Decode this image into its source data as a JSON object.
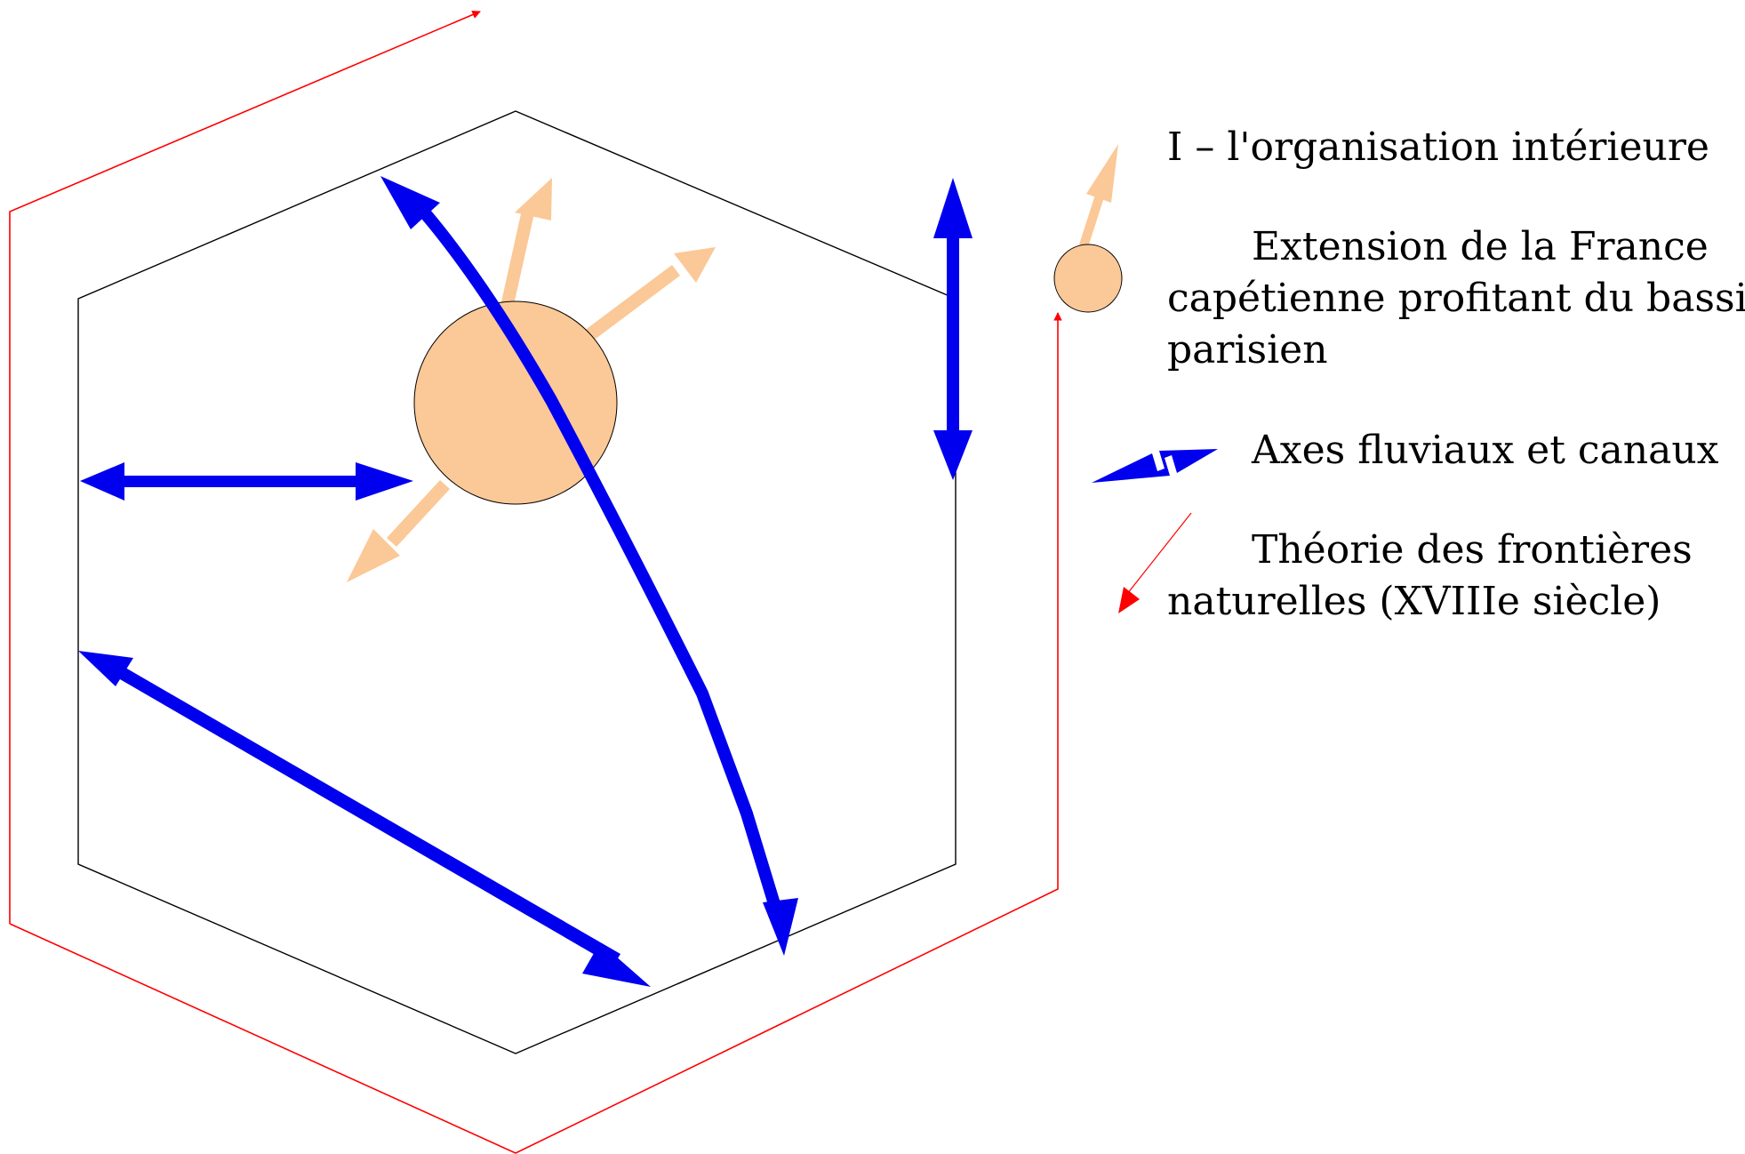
{
  "legend": {
    "title": "I – l'organisation intérieure",
    "item_extension_line1": "Extension de la France",
    "item_extension_line2": "capétienne profitant du bassin",
    "item_extension_line3": "parisien",
    "item_axes": "Axes fluviaux et canaux",
    "item_frontieres_line1": "Théorie des frontières",
    "item_frontieres_line2": "naturelles (XVIIIe siècle)"
  },
  "colors": {
    "hexagon_outline": "#000000",
    "frontier_line": "#ff0000",
    "waterways": "#0000ee",
    "extension": "#fbc897"
  },
  "icons": {
    "center": "circle-with-arrows-icon",
    "axes": "double-headed-arrow-icon",
    "frontier": "thin-red-arrow-icon"
  }
}
